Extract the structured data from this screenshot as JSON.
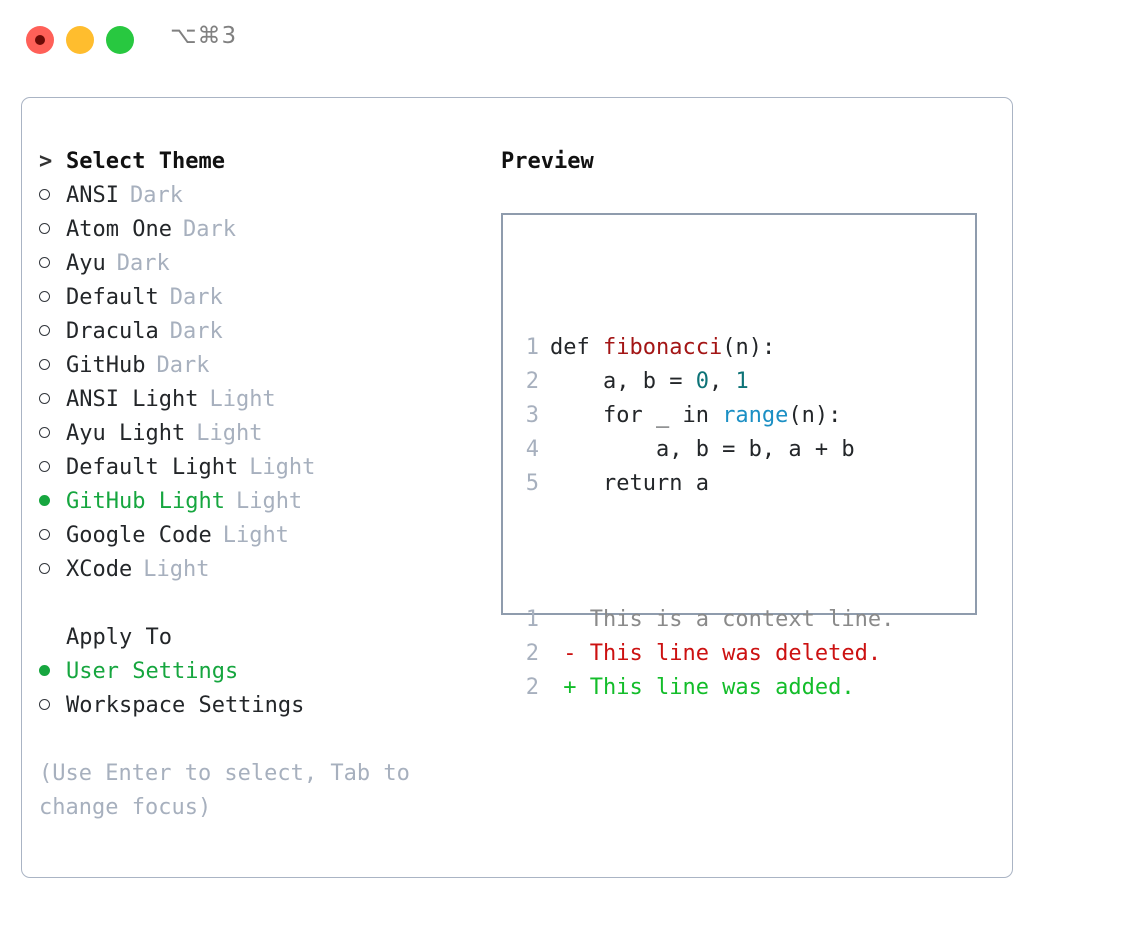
{
  "window": {
    "shortcut_label": "⌥⌘3",
    "traffic_lights": [
      {
        "name": "close",
        "color": "#ff6058"
      },
      {
        "name": "minimize",
        "color": "#ffbd2e"
      },
      {
        "name": "zoom",
        "color": "#28c840"
      }
    ]
  },
  "theme_picker": {
    "prompt_marker": ">",
    "title": "Select Theme",
    "unselected_marker": "○",
    "selected_marker": "●",
    "selected_color": "#16a63f",
    "items": [
      {
        "label": "ANSI",
        "variant": "Dark",
        "selected": false
      },
      {
        "label": "Atom One",
        "variant": "Dark",
        "selected": false
      },
      {
        "label": "Ayu",
        "variant": "Dark",
        "selected": false
      },
      {
        "label": "Default",
        "variant": "Dark",
        "selected": false
      },
      {
        "label": "Dracula",
        "variant": "Dark",
        "selected": false
      },
      {
        "label": "GitHub",
        "variant": "Dark",
        "selected": false
      },
      {
        "label": "ANSI Light",
        "variant": "Light",
        "selected": false
      },
      {
        "label": "Ayu Light",
        "variant": "Light",
        "selected": false
      },
      {
        "label": "Default Light",
        "variant": "Light",
        "selected": false
      },
      {
        "label": "GitHub Light",
        "variant": "Light",
        "selected": true
      },
      {
        "label": "Google Code",
        "variant": "Light",
        "selected": false
      },
      {
        "label": "XCode",
        "variant": "Light",
        "selected": false
      }
    ]
  },
  "apply_to": {
    "title": "Apply To",
    "options": [
      {
        "label": "User Settings",
        "selected": true
      },
      {
        "label": "Workspace Settings",
        "selected": false
      }
    ]
  },
  "hint": "(Use Enter to select, Tab to change focus)",
  "preview": {
    "title": "Preview",
    "code_lines": [
      {
        "number": "1",
        "tokens": [
          {
            "text": "def ",
            "type": "plain"
          },
          {
            "text": "fibonacci",
            "type": "fn"
          },
          {
            "text": "(n):",
            "type": "plain"
          }
        ]
      },
      {
        "number": "2",
        "tokens": [
          {
            "text": "    a, b = ",
            "type": "plain"
          },
          {
            "text": "0",
            "type": "num"
          },
          {
            "text": ", ",
            "type": "plain"
          },
          {
            "text": "1",
            "type": "num"
          }
        ]
      },
      {
        "number": "3",
        "tokens": [
          {
            "text": "    for _ in ",
            "type": "plain"
          },
          {
            "text": "range",
            "type": "call"
          },
          {
            "text": "(n):",
            "type": "plain"
          }
        ]
      },
      {
        "number": "4",
        "tokens": [
          {
            "text": "        a, b = b, a + b",
            "type": "plain"
          }
        ]
      },
      {
        "number": "5",
        "tokens": [
          {
            "text": "    return a",
            "type": "plain"
          }
        ]
      }
    ],
    "diff_lines": [
      {
        "number": "1",
        "sign": " ",
        "text": "This is a context line.",
        "kind": "ctx"
      },
      {
        "number": "2",
        "sign": "-",
        "text": "This line was deleted.",
        "kind": "del"
      },
      {
        "number": "2",
        "sign": "+",
        "text": "This line was added.",
        "kind": "add"
      }
    ]
  }
}
